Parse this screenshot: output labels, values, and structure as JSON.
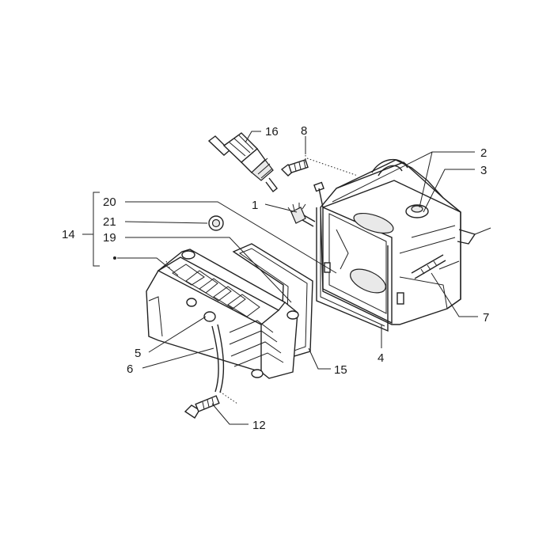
{
  "callouts": {
    "c1": "1",
    "c2": "2",
    "c3": "3",
    "c4": "4",
    "c5": "5",
    "c6": "6",
    "c7": "7",
    "c8": "8",
    "c12": "12",
    "c14": "14",
    "c15": "15",
    "c16": "16",
    "c19": "19",
    "c20": "20",
    "c21": "21"
  }
}
